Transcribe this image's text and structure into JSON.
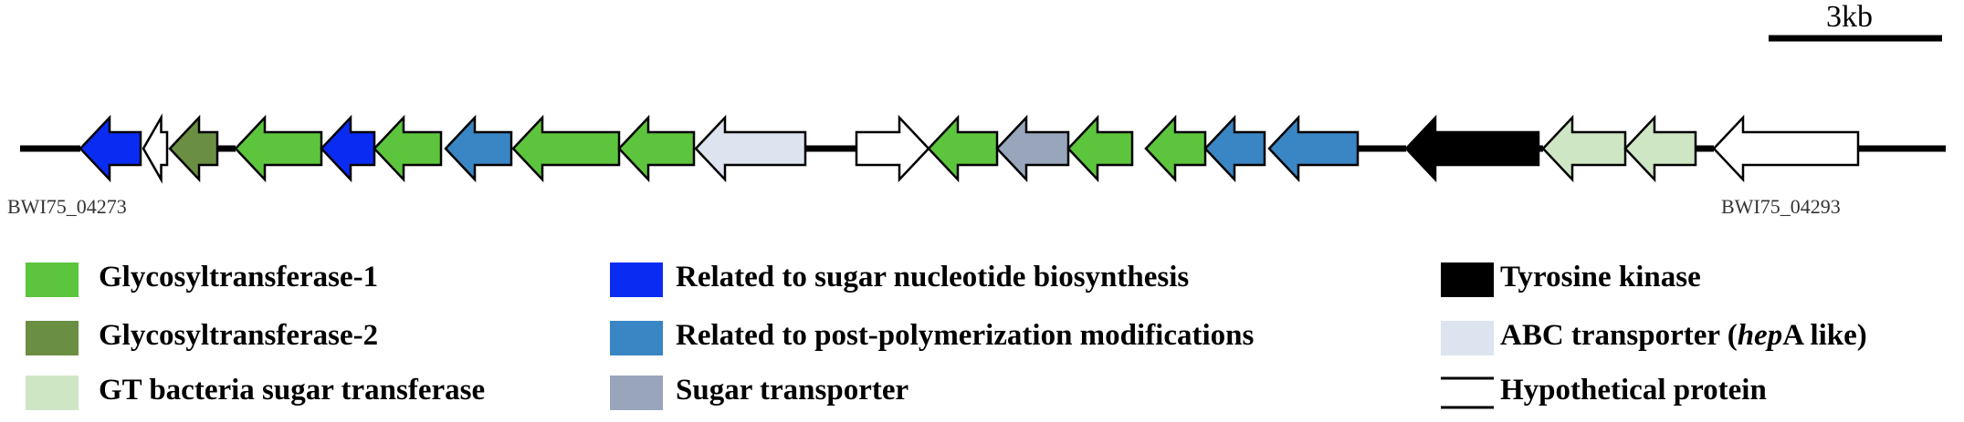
{
  "scale_bar": {
    "label": "3kb"
  },
  "locus_labels": {
    "left": "BWI75_04273",
    "right": "BWI75_04293"
  },
  "colors": {
    "gt1": "#5dc53d",
    "gt2": "#6a8f42",
    "gt_bacteria": "#cfe6c5",
    "nucleotide": "#0a2cf2",
    "post_polymerization": "#3a85c4",
    "sugar_transporter": "#98a5ba",
    "tyrosine_kinase": "#000000",
    "abc_transporter": "#dde4ef",
    "hypothetical": "#ffffff"
  },
  "genes": [
    {
      "cat": "nucleotide",
      "dir": "left"
    },
    {
      "cat": "hypothetical",
      "dir": "left"
    },
    {
      "cat": "gt2",
      "dir": "left"
    },
    {
      "cat": "gt1",
      "dir": "left"
    },
    {
      "cat": "nucleotide",
      "dir": "left"
    },
    {
      "cat": "gt1",
      "dir": "left"
    },
    {
      "cat": "post_polymerization",
      "dir": "left"
    },
    {
      "cat": "gt1",
      "dir": "left"
    },
    {
      "cat": "gt1",
      "dir": "left"
    },
    {
      "cat": "abc_transporter",
      "dir": "left"
    },
    {
      "cat": "hypothetical",
      "dir": "right"
    },
    {
      "cat": "gt1",
      "dir": "left"
    },
    {
      "cat": "sugar_transporter",
      "dir": "left"
    },
    {
      "cat": "gt1",
      "dir": "left"
    },
    {
      "cat": "gt1",
      "dir": "left"
    },
    {
      "cat": "post_polymerization",
      "dir": "left"
    },
    {
      "cat": "post_polymerization",
      "dir": "left"
    },
    {
      "cat": "tyrosine_kinase",
      "dir": "left"
    },
    {
      "cat": "gt_bacteria",
      "dir": "left"
    },
    {
      "cat": "gt_bacteria",
      "dir": "left"
    },
    {
      "cat": "hypothetical",
      "dir": "left"
    }
  ],
  "legend": [
    {
      "cat": "gt1",
      "label": "Glycosyltransferase-1"
    },
    {
      "cat": "gt2",
      "label": "Glycosyltransferase-2"
    },
    {
      "cat": "gt_bacteria",
      "label": "GT bacteria sugar transferase"
    },
    {
      "cat": "nucleotide",
      "label": "Related to sugar nucleotide biosynthesis"
    },
    {
      "cat": "post_polymerization",
      "label": "Related to post-polymerization modifications"
    },
    {
      "cat": "sugar_transporter",
      "label": "Sugar transporter"
    },
    {
      "cat": "tyrosine_kinase",
      "label": "Tyrosine kinase"
    },
    {
      "cat": "abc_transporter",
      "label_prefix": "ABC transporter (",
      "label_italic": "hep",
      "label_suffix": "A like)"
    },
    {
      "cat": "hypothetical",
      "label": "Hypothetical protein"
    }
  ]
}
